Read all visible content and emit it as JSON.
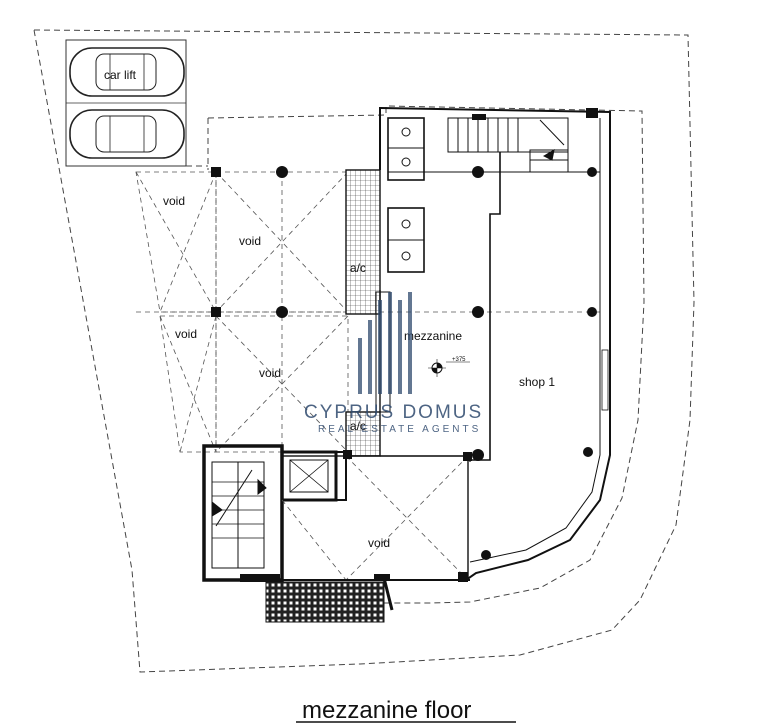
{
  "plan": {
    "rooms": {
      "car_lift": "car lift",
      "void_1": "void",
      "void_2": "void",
      "void_3": "void",
      "void_4": "void",
      "void_5": "void",
      "ac_1": "a/c",
      "ac_2": "a/c",
      "mezzanine": "mezzanine",
      "shop": "shop 1"
    },
    "level_mark": "+375",
    "title": "mezzanine floor"
  },
  "watermark": {
    "brand": "CYPRUS DOMUS",
    "tagline": "REAL ESTATE AGENTS",
    "color": "#2f4a6e"
  }
}
